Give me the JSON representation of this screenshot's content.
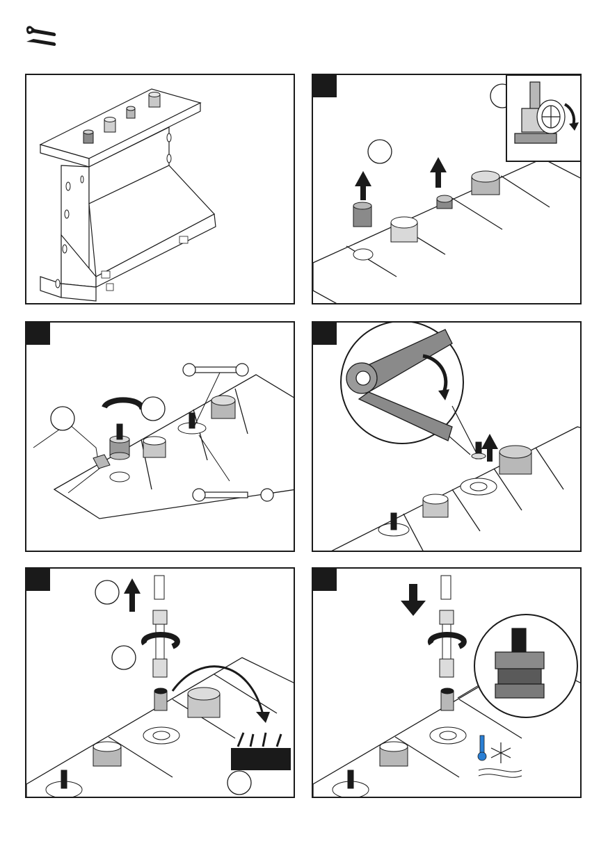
{
  "page": {
    "header_icon": "wrench-screwdriver-icon"
  },
  "panels": [
    {
      "id": "p1",
      "has_step_tab": false,
      "icon": "mounting-frame-illustration"
    },
    {
      "id": "p2",
      "has_step_tab": true,
      "icons": [
        "arrow-up-icon",
        "valve-close-icon",
        "rotate-clockwise-icon"
      ]
    },
    {
      "id": "p3",
      "has_step_tab": true,
      "icons": [
        "rotate-icon",
        "open-end-wrench-icon",
        "sealant-icon"
      ]
    },
    {
      "id": "p4",
      "has_step_tab": true,
      "icons": [
        "magnify-detail-icon",
        "wrench-turn-icon",
        "arrow-up-icon"
      ]
    },
    {
      "id": "p5",
      "has_step_tab": true,
      "icons": [
        "arrow-up-icon",
        "socket-wrench-icon",
        "curved-arrow-icon",
        "toolbox-icon"
      ]
    },
    {
      "id": "p6",
      "has_step_tab": true,
      "icons": [
        "arrow-down-icon",
        "socket-wrench-icon",
        "magnify-detail-icon",
        "thermometer-icon",
        "snowflake-icon"
      ]
    }
  ],
  "colors": {
    "line": "#1a1a1a",
    "grey_fill": "#b8b8b8",
    "dark_grey": "#808080",
    "light_grey": "#d9d9d9",
    "accent_blue": "#2a7fd4"
  }
}
